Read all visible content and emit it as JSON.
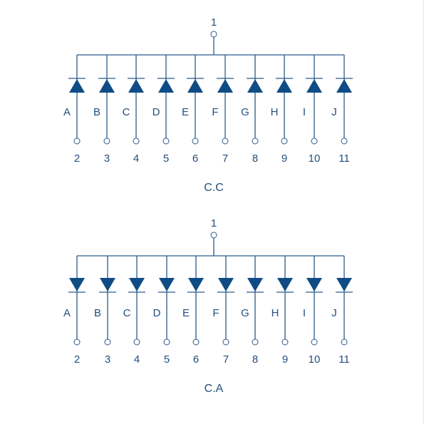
{
  "colors": {
    "stroke": "#2b5a8c",
    "fill": "#0f4c85",
    "text": "#264f7c",
    "pin_fill": "#ffffff"
  },
  "circuits": [
    {
      "caption": "C.C",
      "common_pin": "1",
      "diode_direction": "up",
      "channels": [
        {
          "segment": "A",
          "pin": "2"
        },
        {
          "segment": "B",
          "pin": "3"
        },
        {
          "segment": "C",
          "pin": "4"
        },
        {
          "segment": "D",
          "pin": "5"
        },
        {
          "segment": "E",
          "pin": "6"
        },
        {
          "segment": "F",
          "pin": "7"
        },
        {
          "segment": "G",
          "pin": "8"
        },
        {
          "segment": "H",
          "pin": "9"
        },
        {
          "segment": "I",
          "pin": "10"
        },
        {
          "segment": "J",
          "pin": "11"
        }
      ]
    },
    {
      "caption": "C.A",
      "common_pin": "1",
      "diode_direction": "down",
      "channels": [
        {
          "segment": "A",
          "pin": "2"
        },
        {
          "segment": "B",
          "pin": "3"
        },
        {
          "segment": "C",
          "pin": "4"
        },
        {
          "segment": "D",
          "pin": "5"
        },
        {
          "segment": "E",
          "pin": "6"
        },
        {
          "segment": "F",
          "pin": "7"
        },
        {
          "segment": "G",
          "pin": "8"
        },
        {
          "segment": "H",
          "pin": "9"
        },
        {
          "segment": "I",
          "pin": "10"
        },
        {
          "segment": "J",
          "pin": "11"
        }
      ]
    }
  ]
}
